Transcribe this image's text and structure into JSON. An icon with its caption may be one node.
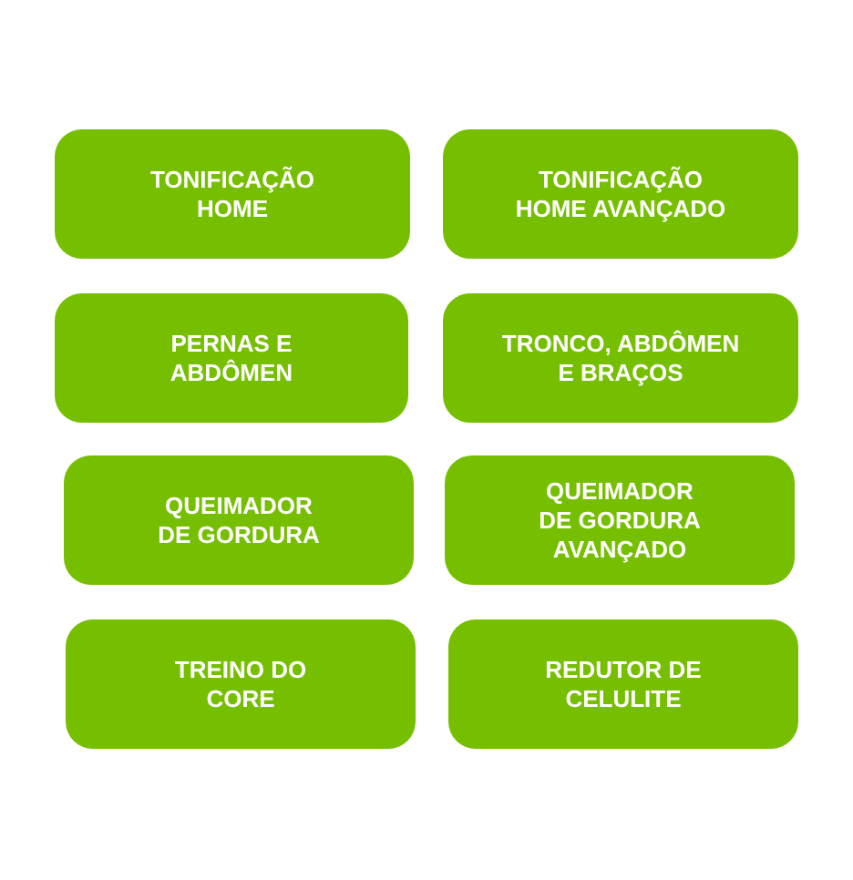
{
  "diagram": {
    "nodes": [
      {
        "text": [
          "TONIFICAÇÃO HOME"
        ]
      },
      {
        "text": [
          "TONIFICAÇÃO HOME AVANÇADO"
        ]
      },
      {
        "text": [
          "PERNAS E ABDÔMEN"
        ]
      },
      {
        "text": [
          "TRONCO, ABDÔMEN E BRAÇOS"
        ]
      },
      {
        "text": [
          "QUEIMADOR DE GORDURA"
        ]
      },
      {
        "text": [
          "QUEIMADOR DE GORDURA AVANÇADO"
        ]
      },
      {
        "text": [
          "TREINO DO CORE"
        ]
      },
      {
        "text": [
          "REDUTOR DE CELULITE"
        ]
      }
    ]
  }
}
